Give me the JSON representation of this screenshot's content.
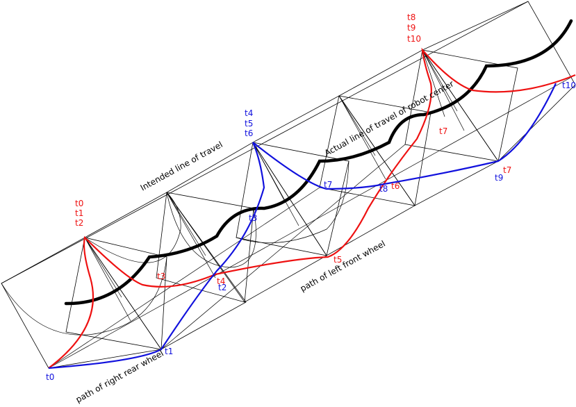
{
  "labels": {
    "intended_line": "Intended line of travel",
    "actual_line": "Actual line of travel of robot center",
    "left_front_path": "path of left front wheel",
    "right_rear_path": "path of right rear wheel"
  },
  "timestamps": {
    "red_t0_t2": [
      "t0",
      "t1",
      "t2"
    ],
    "blue_t4_t6": [
      "t4",
      "t5",
      "t6"
    ],
    "red_t8_t10": [
      "t8",
      "t9",
      "t10"
    ],
    "blue_t0": "t0",
    "blue_t1": "t1",
    "blue_t2": "t2",
    "blue_t3": "t3",
    "blue_t7": "t7",
    "blue_t8": "t8",
    "blue_t9": "t9",
    "blue_t10": "t10",
    "red_t3": "t3",
    "red_t4": "t4",
    "red_t5": "t5",
    "red_t6": "t6",
    "red_t7a": "t7",
    "red_t7b": "t7"
  },
  "colors": {
    "red": "#ee1111",
    "blue": "#1111dd",
    "black": "#000000"
  }
}
